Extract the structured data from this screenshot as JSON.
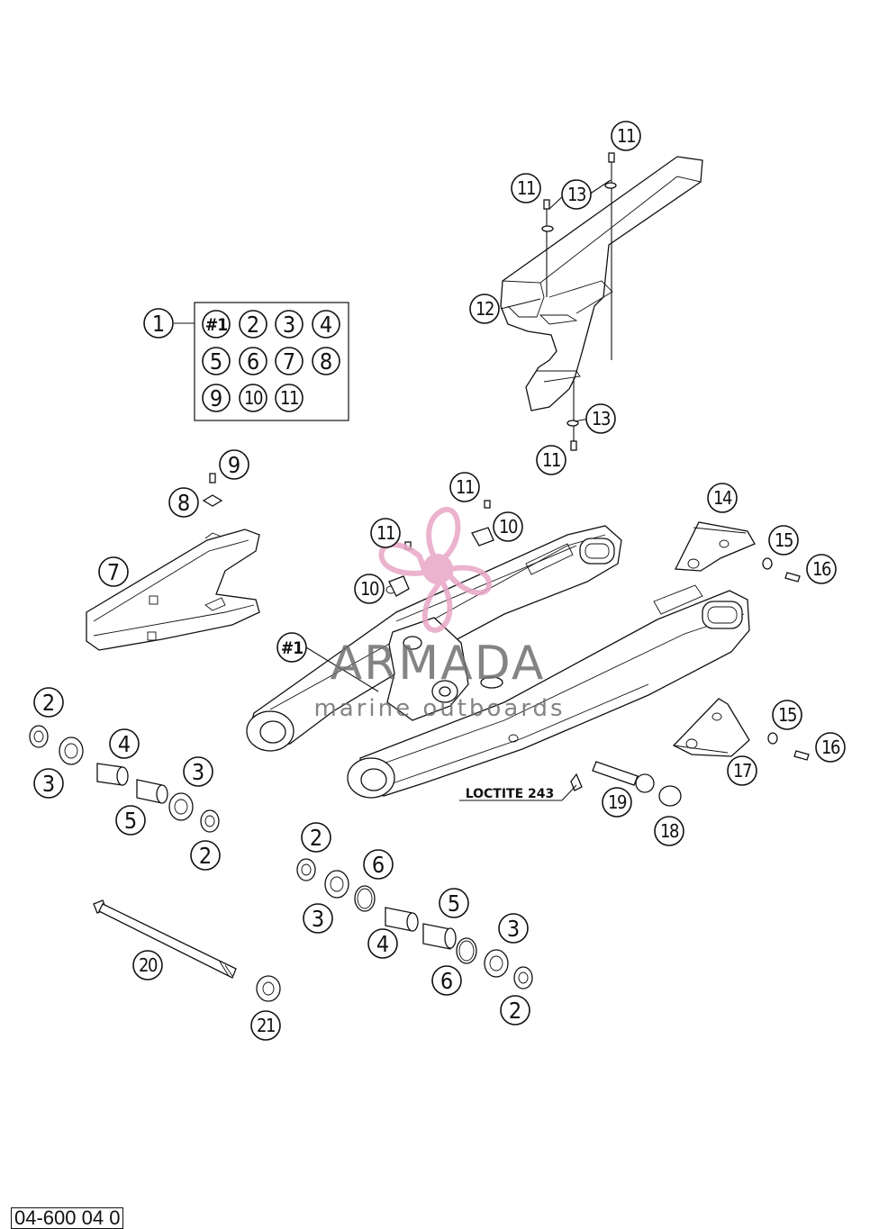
{
  "kit_box": {
    "ref": "1",
    "items": [
      "#1",
      "2",
      "3",
      "4",
      "5",
      "6",
      "7",
      "8",
      "9",
      "10",
      "11"
    ]
  },
  "callouts": [
    "#1",
    "2",
    "3",
    "4",
    "5",
    "6",
    "7",
    "8",
    "9",
    "10",
    "11",
    "12",
    "13",
    "14",
    "15",
    "16",
    "17",
    "18",
    "19",
    "20",
    "21"
  ],
  "labels": {
    "c1": "#1",
    "c2": "2",
    "c3": "3",
    "c4": "4",
    "c5": "5",
    "c6": "6",
    "c7": "7",
    "c8": "8",
    "c9": "9",
    "c10": "10",
    "c11": "11",
    "c12": "12",
    "c13": "13",
    "c14": "14",
    "c15": "15",
    "c16": "16",
    "c17": "17",
    "c18": "18",
    "c19": "19",
    "c20": "20",
    "c21": "21"
  },
  "loctite_label": "LOCTITE 243",
  "watermark": {
    "brand": "ARMADA",
    "tagline": "marine outboards",
    "logo_color": "#e8a6c6"
  },
  "drawing_code": "04-600 04 0"
}
